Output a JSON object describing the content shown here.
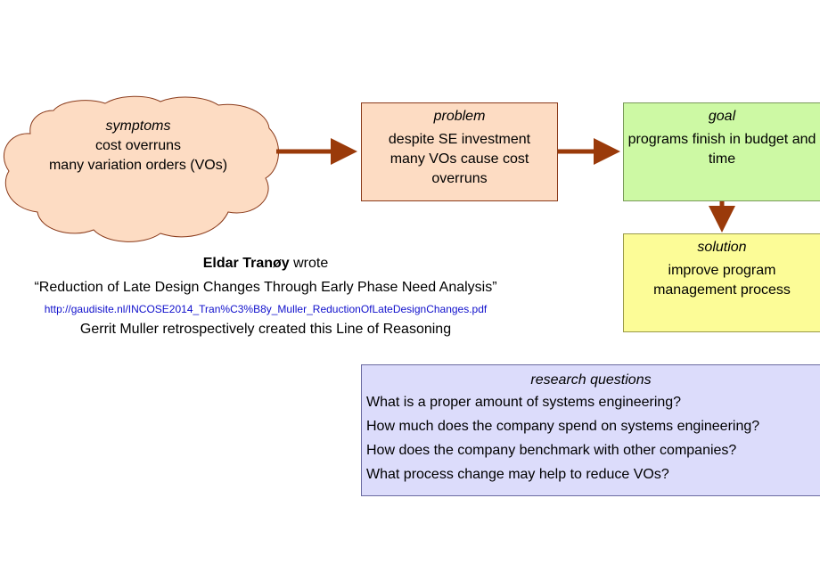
{
  "symptoms": {
    "heading": "symptoms",
    "lines": [
      "cost overruns",
      "many variation orders (VOs)"
    ]
  },
  "problem": {
    "heading": "problem",
    "text": "despite SE investment many VOs cause cost overruns"
  },
  "goal": {
    "heading": "goal",
    "text": "programs finish in budget and time"
  },
  "solution": {
    "heading": "solution",
    "text": "improve program management process"
  },
  "research": {
    "heading": "research questions",
    "questions": [
      "What is a proper amount of systems engineering?",
      "How much does the company spend on systems engineering?",
      "How does the company benchmark with other companies?",
      "What process change may help to reduce VOs?"
    ]
  },
  "reference": {
    "author": "Eldar Tranøy",
    "wrote": "wrote",
    "title": "“Reduction of Late Design Changes Through Early Phase Need Analysis”",
    "url": "http://gaudisite.nl/INCOSE2014_Tran%C3%B8y_Muller_ReductionOfLateDesignChanges.pdf",
    "note": "Gerrit Muller retrospectively created this Line of Reasoning"
  },
  "colors": {
    "arrow": "#9a3a0a",
    "cloud_fill": "#fddcc3",
    "cloud_stroke": "#8a3a1a"
  }
}
